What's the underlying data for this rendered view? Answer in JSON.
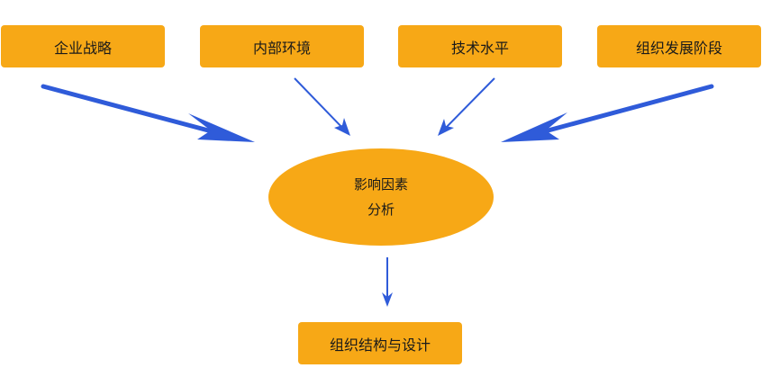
{
  "diagram": {
    "colors": {
      "node_fill": "#f7a816",
      "arrow": "#2f5bd9",
      "text": "#1a1a1a"
    },
    "factors": [
      {
        "label": "企业战略"
      },
      {
        "label": "内部环境"
      },
      {
        "label": "技术水平"
      },
      {
        "label": "组织发展阶段"
      }
    ],
    "center": {
      "line1": "影响因素",
      "line2": "分析"
    },
    "result": {
      "label": "组织结构与设计"
    }
  }
}
